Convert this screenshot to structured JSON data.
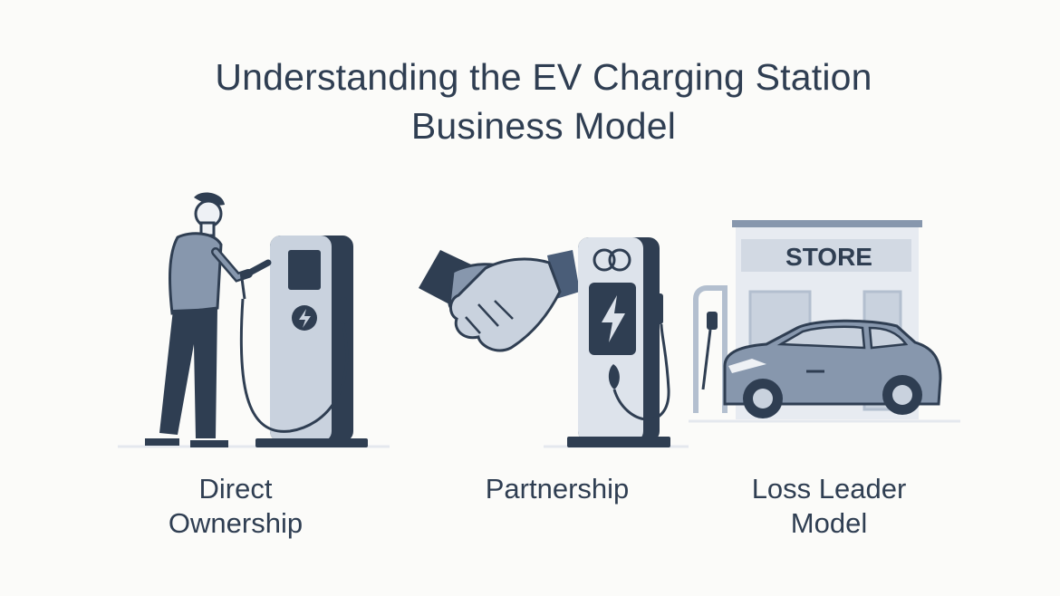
{
  "title": {
    "line1": "Understanding the EV Charging Station",
    "line2": "Business Model"
  },
  "panels": [
    {
      "caption_line1": "Direct",
      "caption_line2": "Ownership",
      "icon": "person-with-charger"
    },
    {
      "caption_line1": "Partnership",
      "caption_line2": "",
      "icon": "handshake-charger"
    },
    {
      "caption_line1": "Loss Leader",
      "caption_line2": "Model",
      "icon": "store-car-charger"
    }
  ],
  "store_sign": "STORE",
  "colors": {
    "ink": "#2f3e52",
    "steel": "#8797ad",
    "light_steel": "#c9d2de",
    "background": "#fbfbf9"
  }
}
